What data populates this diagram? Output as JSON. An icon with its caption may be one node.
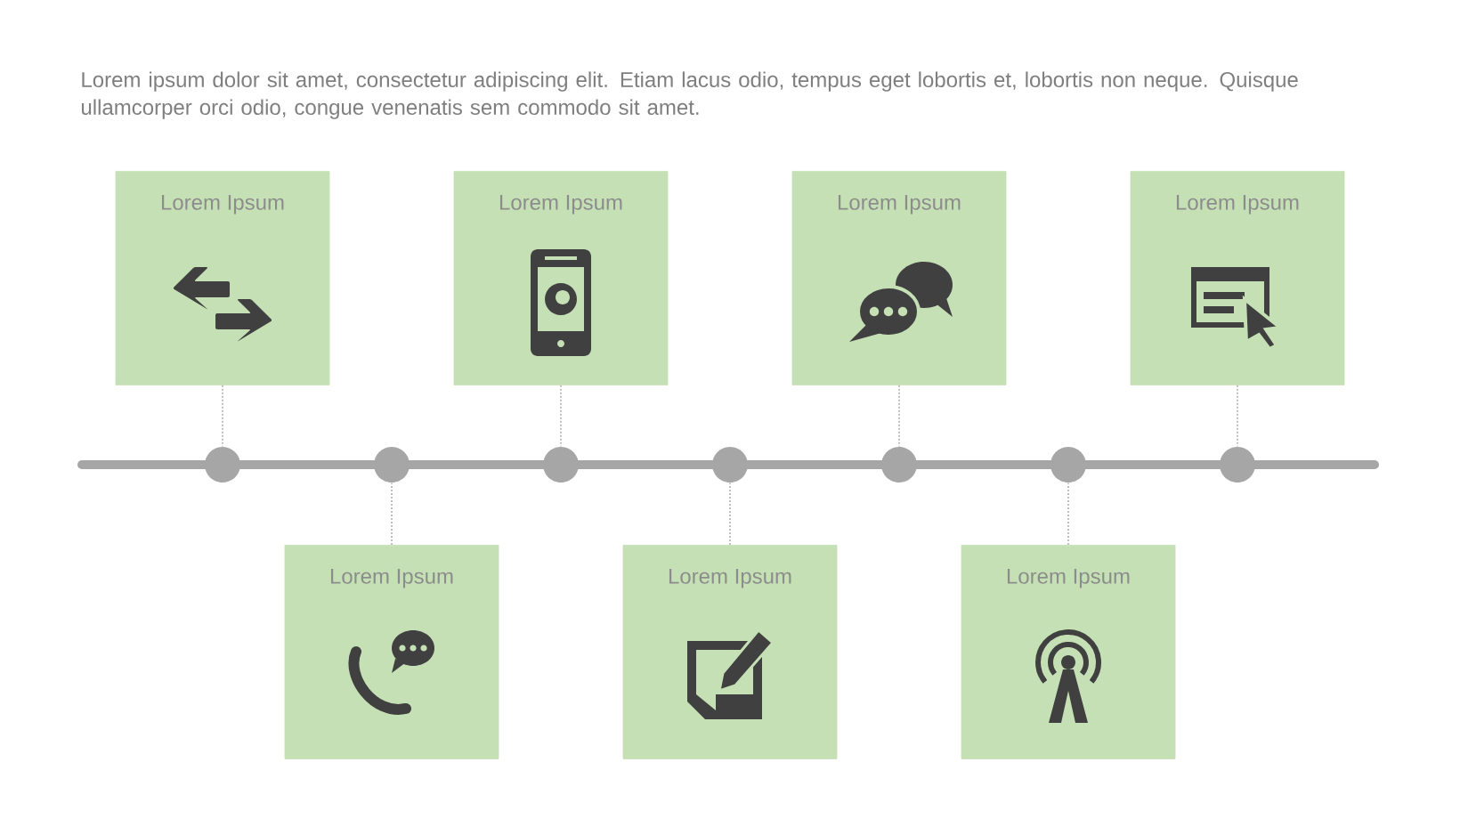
{
  "diagram": {
    "title": "Lorem ipsum dolor sit amet, consectetur adipiscing elit. Etiam lacus odio, tempus eget lobortis et, lobortis non neque. Quisque ullamcorper orci odio, congue venenatis sem commodo sit amet.",
    "nodes": [
      {
        "text": [
          "Lorem Ipsum"
        ]
      },
      {
        "text": [
          "Lorem Ipsum"
        ]
      },
      {
        "text": [
          "Lorem Ipsum"
        ]
      },
      {
        "text": [
          "Lorem Ipsum"
        ]
      },
      {
        "text": [
          "Lorem Ipsum"
        ]
      },
      {
        "text": [
          "Lorem Ipsum"
        ]
      },
      {
        "text": [
          "Lorem Ipsum"
        ]
      },
      {
        "text": [],
        "shape": "circle"
      },
      {
        "text": [],
        "shape": "circle"
      },
      {
        "text": [],
        "shape": "circle"
      },
      {
        "text": [],
        "shape": "circle"
      },
      {
        "text": [],
        "shape": "circle"
      },
      {
        "text": [],
        "shape": "circle"
      },
      {
        "text": [],
        "shape": "circle"
      }
    ],
    "edges": [
      {
        "from": 0,
        "to": 7,
        "arrow": "none",
        "style": "dashed"
      },
      {
        "from": 1,
        "to": 8,
        "arrow": "none",
        "style": "dashed"
      },
      {
        "from": 2,
        "to": 9,
        "arrow": "none",
        "style": "dashed"
      },
      {
        "from": 3,
        "to": 10,
        "arrow": "none",
        "style": "dashed"
      },
      {
        "from": 4,
        "to": 11,
        "arrow": "none",
        "style": "dashed"
      },
      {
        "from": 5,
        "to": 12,
        "arrow": "none",
        "style": "dashed"
      },
      {
        "from": 6,
        "to": 13,
        "arrow": "none",
        "style": "dashed"
      }
    ]
  }
}
